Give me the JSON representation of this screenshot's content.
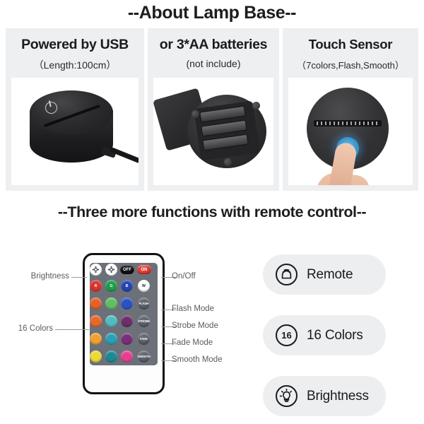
{
  "headings": {
    "top": "--About Lamp Base--",
    "middle": "--Three more functions with remote control--"
  },
  "panels": [
    {
      "title": "Powered by USB",
      "subtitle": "（Length:100cm）",
      "photo": "lamp-base-usb-photo"
    },
    {
      "title": "or 3*AA batteries",
      "subtitle": "(not include)",
      "photo": "battery-compartment-photo"
    },
    {
      "title": "Touch Sensor",
      "subtitle": "（7colors,Flash,Smooth）",
      "photo": "touch-sensor-photo"
    }
  ],
  "remote": {
    "callouts_left": [
      "Brightness",
      "16 Colors"
    ],
    "callouts_right": [
      "On/Off",
      "Flash Mode",
      "Strobe Mode",
      "Fade Mode",
      "Smooth Mode"
    ],
    "top_row": [
      {
        "label": "",
        "kind": "brightness-down"
      },
      {
        "label": "",
        "kind": "brightness-up"
      },
      {
        "label": "OFF",
        "kind": "off"
      },
      {
        "label": "ON",
        "kind": "on"
      }
    ],
    "color_rows": [
      {
        "labels": [
          "R",
          "G",
          "B",
          "W"
        ],
        "colors": [
          "#d8342c",
          "#1f9d4e",
          "#2546b0",
          "#ffffff"
        ],
        "mode": ""
      },
      {
        "labels": [
          "",
          "",
          "",
          "FLASH"
        ],
        "colors": [
          "#e2622a",
          "#5fbf63",
          "#2b52c4",
          "#5a5f68"
        ],
        "mode": "FLASH"
      },
      {
        "labels": [
          "",
          "",
          "",
          "STROBE"
        ],
        "colors": [
          "#e56a2c",
          "#4fbdc0",
          "#6b2f69",
          "#5a5f68"
        ],
        "mode": "STROBE"
      },
      {
        "labels": [
          "",
          "",
          "",
          "FADE"
        ],
        "colors": [
          "#eea033",
          "#2a9fb5",
          "#7a2f77",
          "#5a5f68"
        ],
        "mode": "FADE"
      },
      {
        "labels": [
          "",
          "",
          "",
          "SMOOTH"
        ],
        "colors": [
          "#ecd836",
          "#1b8a95",
          "#e63f92",
          "#4f545d"
        ],
        "mode": "SMOOTH"
      }
    ]
  },
  "features": [
    {
      "icon": "remote-signal-icon",
      "label": "Remote"
    },
    {
      "icon": "sixteen-badge-icon",
      "label": "16 Colors",
      "badge": "16"
    },
    {
      "icon": "brightness-bulb-icon",
      "label": "Brightness"
    }
  ],
  "colors": {
    "panel_bg": "#edeff1",
    "card_bg": "#eceef0",
    "text": "#1b1b1b",
    "callout_text": "#5b5b5b",
    "remote_pad": "#6c7079",
    "on_button": "#cc1c16",
    "touch_glow": "#3e9ad1"
  }
}
